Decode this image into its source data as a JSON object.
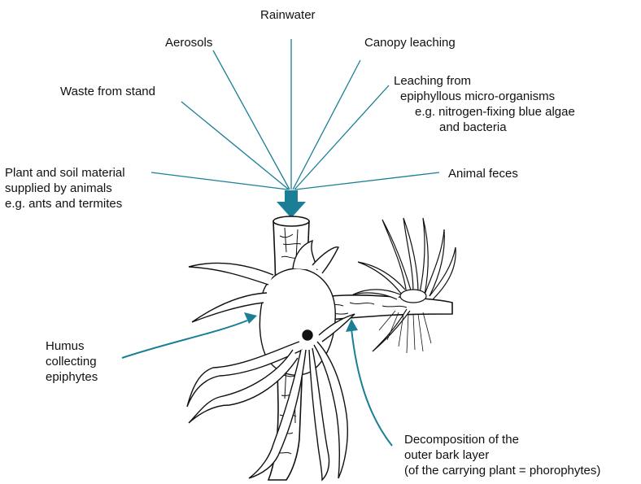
{
  "colors": {
    "accent": "#1a7f96",
    "ink": "#111111",
    "background": "#ffffff"
  },
  "labels": {
    "rainwater": "Rainwater",
    "aerosols": "Aerosols",
    "canopy_leaching": "Canopy leaching",
    "waste_from_stand": "Waste from stand",
    "leaching_micro": [
      "Leaching from",
      "epiphyllous micro-organisms",
      "e.g. nitrogen-fixing blue algae",
      "and bacteria"
    ],
    "plant_soil_animals": [
      "Plant and soil material",
      "supplied by animals",
      "e.g. ants and termites"
    ],
    "animal_feces": "Animal feces",
    "humus_epiphytes": [
      "Humus",
      "collecting",
      "epiphytes"
    ],
    "decomposition": [
      "Decomposition of the",
      "outer bark layer",
      "(of the carrying plant = phorophytes)"
    ]
  }
}
